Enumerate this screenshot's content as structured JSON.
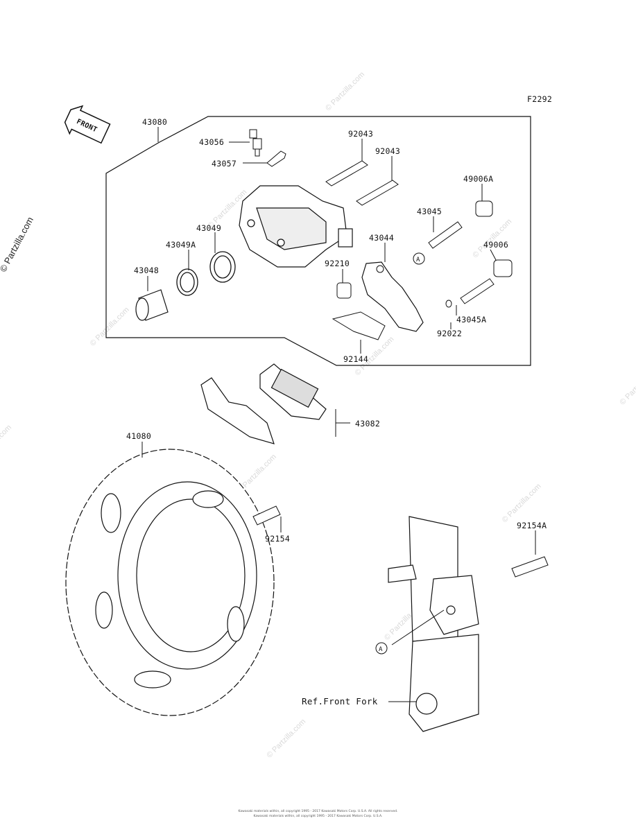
{
  "figure_code": "F2292",
  "front_arrow": "FRONT",
  "watermark_text": "© Partzilla.com",
  "side_watermark": "© Partzilla.com",
  "ref_label": "Ref.Front Fork",
  "callout_letter": "A",
  "copyright_line1": "Kawasaki materials within, all copyright 1995 - 2017 Kawasaki Motors Corp. U.S.A. All rights reserved.",
  "copyright_line2": "Kawasaki materials within, all copyright 1995 - 2017 Kawasaki Motors Corp. U.S.A.",
  "parts": {
    "p43080": "43080",
    "p43056": "43056",
    "p43057": "43057",
    "p92043a": "92043",
    "p92043b": "92043",
    "p49006A": "49006A",
    "p43045": "43045",
    "p43049": "43049",
    "p43049A": "43049A",
    "p43044": "43044",
    "p49006": "49006",
    "p43048": "43048",
    "p92210": "92210",
    "p43045A": "43045A",
    "p92022": "92022",
    "p92144": "92144",
    "p43082": "43082",
    "p41080": "41080",
    "p92154": "92154",
    "p92154A": "92154A"
  }
}
